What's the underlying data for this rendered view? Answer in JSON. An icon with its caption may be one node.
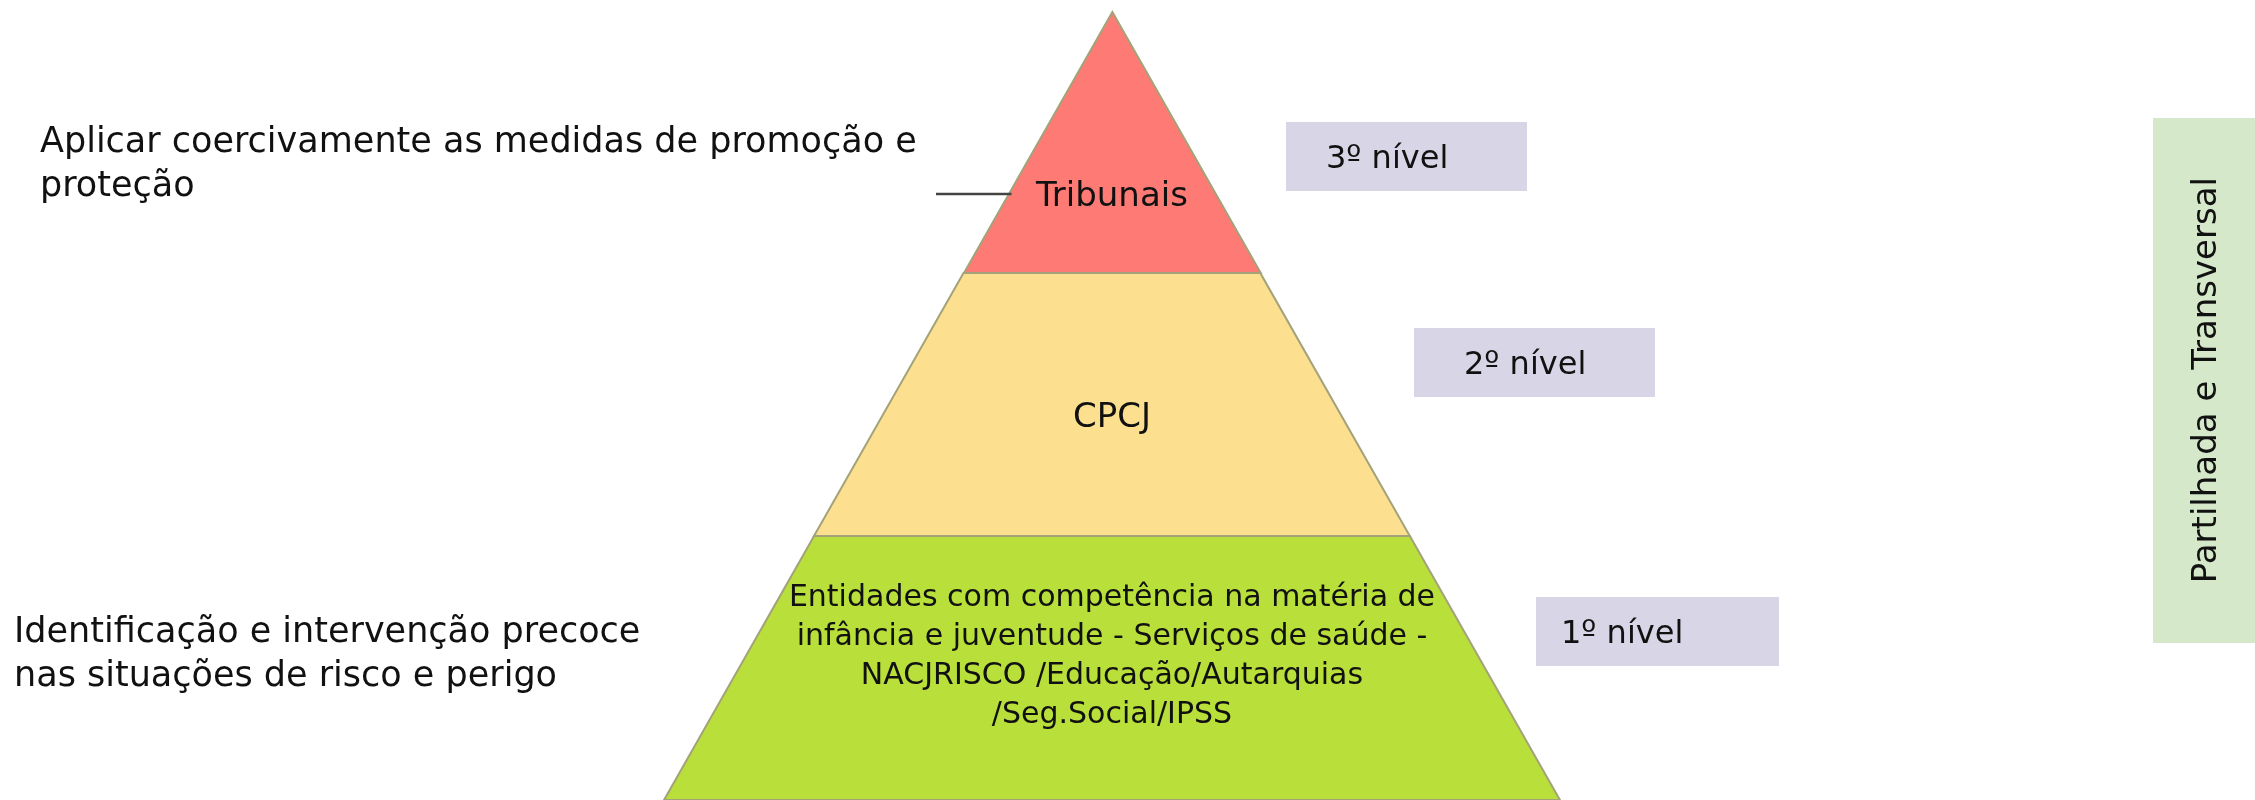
{
  "diagram": {
    "nodes": [
      {
        "text": [
          "Aplicar coercivamente as medidas de promoção e proteção"
        ]
      },
      {
        "text": [
          "Tribunais"
        ]
      },
      {
        "text": [
          "CPCJ"
        ]
      },
      {
        "text": [
          "Entidades com competência na matéria de infância e juventude - Serviços de saúde - NACJRISCO /Educação/Autarquias /Seg.Social/IPSS"
        ]
      },
      {
        "text": [
          "3º nível"
        ]
      },
      {
        "text": [
          "2º nível"
        ]
      },
      {
        "text": [
          "1º nível"
        ]
      },
      {
        "text": [
          "Partilhada e Transversal"
        ]
      }
    ],
    "edges": [
      {
        "from": 0,
        "to": 1,
        "arrow": "none"
      }
    ],
    "labels": [
      "Identificação e intervenção precoce nas situações de risco e perigo"
    ]
  }
}
